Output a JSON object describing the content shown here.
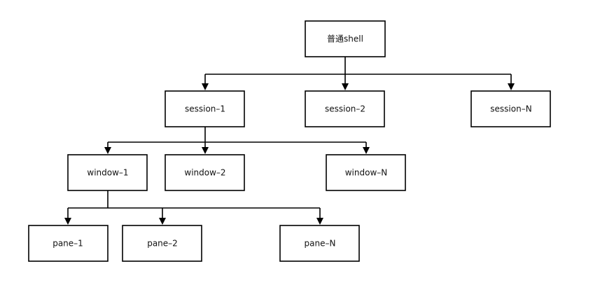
{
  "diagram": {
    "nodes": {
      "root": "普通shell",
      "session_1": "session–1",
      "session_2": "session–2",
      "session_n": "session–N",
      "window_1": "window–1",
      "window_2": "window–2",
      "window_n": "window–N",
      "pane_1": "pane–1",
      "pane_2": "pane–2",
      "pane_n": "pane–N"
    },
    "edges": [
      [
        "root",
        "session_1"
      ],
      [
        "root",
        "session_2"
      ],
      [
        "root",
        "session_n"
      ],
      [
        "session_1",
        "window_1"
      ],
      [
        "session_1",
        "window_2"
      ],
      [
        "session_1",
        "window_n"
      ],
      [
        "window_1",
        "pane_1"
      ],
      [
        "window_1",
        "pane_2"
      ],
      [
        "window_1",
        "pane_n"
      ]
    ]
  }
}
